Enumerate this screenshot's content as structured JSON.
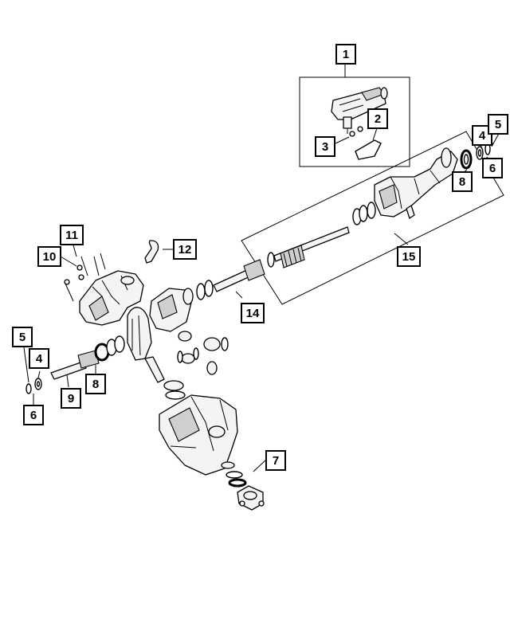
{
  "diagram": {
    "callouts": [
      {
        "id": "c1",
        "label": "1"
      },
      {
        "id": "c2",
        "label": "2"
      },
      {
        "id": "c3",
        "label": "3"
      },
      {
        "id": "c4a",
        "label": "4"
      },
      {
        "id": "c5a",
        "label": "5"
      },
      {
        "id": "c6a",
        "label": "6"
      },
      {
        "id": "c8a",
        "label": "8"
      },
      {
        "id": "c15",
        "label": "15"
      },
      {
        "id": "c11",
        "label": "11"
      },
      {
        "id": "c10",
        "label": "10"
      },
      {
        "id": "c12",
        "label": "12"
      },
      {
        "id": "c14",
        "label": "14"
      },
      {
        "id": "c5b",
        "label": "5"
      },
      {
        "id": "c4b",
        "label": "4"
      },
      {
        "id": "c8b",
        "label": "8"
      },
      {
        "id": "c9",
        "label": "9"
      },
      {
        "id": "c6b",
        "label": "6"
      },
      {
        "id": "c7",
        "label": "7"
      }
    ],
    "colors": {
      "line": "#000000",
      "part_fill": "#f4f4f4",
      "part_shade": "#cfcfcf",
      "background": "#ffffff"
    }
  }
}
